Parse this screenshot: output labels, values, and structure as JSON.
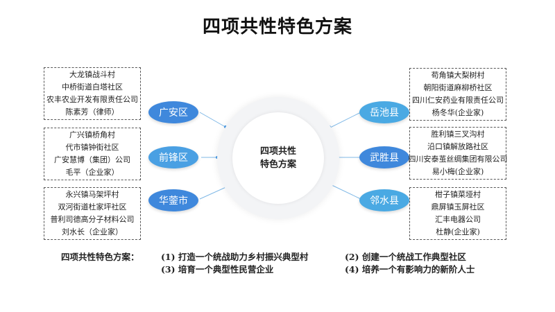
{
  "title": "四项共性特色方案",
  "center": {
    "line1": "四项共性",
    "line2": "特色方案"
  },
  "left": [
    {
      "name": "广安区",
      "items": [
        "大龙镇战斗村",
        "中桥街道白塔社区",
        "农丰农业开发有限责任公司",
        "陈素芳（律师）"
      ]
    },
    {
      "name": "前锋区",
      "items": [
        "广兴镇桥角村",
        "代市镇钟街社区",
        "广安慧博（集团）公司",
        "毛平（企业家）"
      ]
    },
    {
      "name": "华蓥市",
      "items": [
        "永兴镇马架坪村",
        "双河街道杜家坪社区",
        "普利司德高分子材料公司",
        "刘水长（企业家）"
      ]
    }
  ],
  "right": [
    {
      "name": "岳池县",
      "items": [
        "苟角镇大梨树村",
        "朝阳街道麻柳桥社区",
        "四川仁安药业有限责任公司",
        "杨冬华(企业家)"
      ]
    },
    {
      "name": "武胜县",
      "items": [
        "胜利镇三叉沟村",
        "沿口镇解放路社区",
        "四川安泰茧丝绸集团有限公司",
        "易小梅(企业家)"
      ]
    },
    {
      "name": "邻水县",
      "items": [
        "柑子镇菜垭村",
        "鼎屏镇玉屏社区",
        "汇丰电器公司",
        "杜静(企业家)"
      ]
    }
  ],
  "footer": {
    "label": "四项共性特色方案：",
    "p1": "(1) 打造一个统战助力乡村振兴典型村",
    "p2": "(2) 创建一个统战工作典型社区",
    "p3": "(3) 培育一个典型性民营企业",
    "p4": "(4) 培养一个有影响力的新阶人士"
  },
  "colors": {
    "left_oval": "#3f88dc",
    "right_oval": "#4aa9e3",
    "connector": "#5aa6e6"
  }
}
